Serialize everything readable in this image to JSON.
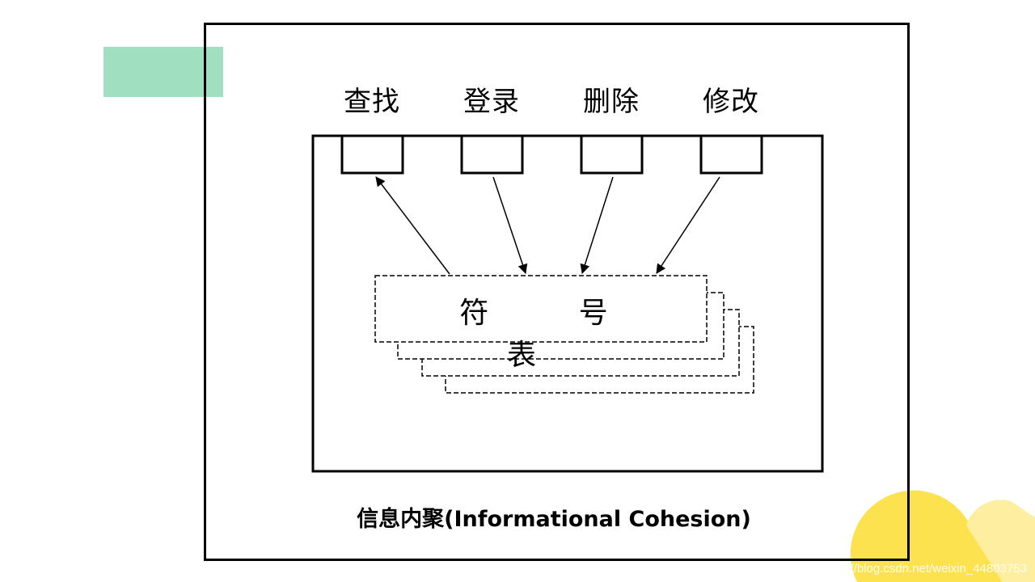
{
  "operations": [
    {
      "label": "查找"
    },
    {
      "label": "登录"
    },
    {
      "label": "删除"
    },
    {
      "label": "修改"
    }
  ],
  "symbol_table": {
    "label": "符 号 表"
  },
  "caption": "信息内聚(Informational Cohesion)",
  "watermark": "https://blog.csdn.net/weixin_44803753",
  "colors": {
    "accent_green": "#a0e0c0",
    "accent_yellow": "#fde24f",
    "accent_yellow_light": "#fdeea0",
    "line": "#000000"
  }
}
